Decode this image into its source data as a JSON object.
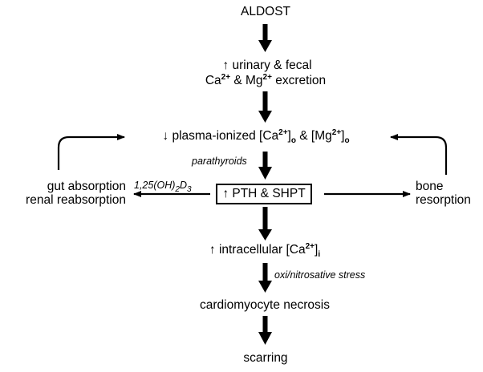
{
  "diagram": {
    "top": "ALDOST",
    "step1": {
      "symbol": "↑",
      "line1": "urinary & fecal",
      "line2": {
        "a": "Ca",
        "a_sup": "2+",
        "b": " & Mg",
        "b_sup": "2+",
        "c": " excretion"
      }
    },
    "step2": {
      "symbol": "↓",
      "text1": "plasma-ionized [Ca",
      "sup1": "2+",
      "text2": "]",
      "sub1": "o",
      "text3": " & [Mg",
      "sup2": "2+",
      "text4": "]",
      "sub2": "o"
    },
    "label_parathyroids": "parathyroids",
    "box": {
      "symbol": "↑",
      "text": "PTH & SHPT"
    },
    "left": {
      "line1": "gut absorption",
      "line2": "renal reabsorption",
      "label": {
        "a": "1,25(OH)",
        "a_sub": "2",
        "b": "D",
        "b_sub": "3"
      }
    },
    "right": {
      "line1": "bone",
      "line2": "resorption"
    },
    "step3": {
      "symbol": "↑",
      "text1": "intracellular [Ca",
      "sup": "2+",
      "text2": "]",
      "sub": "i"
    },
    "label_stress": "oxi/nitrosative stress",
    "step4": "cardiomyocyte necrosis",
    "step5": "scarring"
  }
}
